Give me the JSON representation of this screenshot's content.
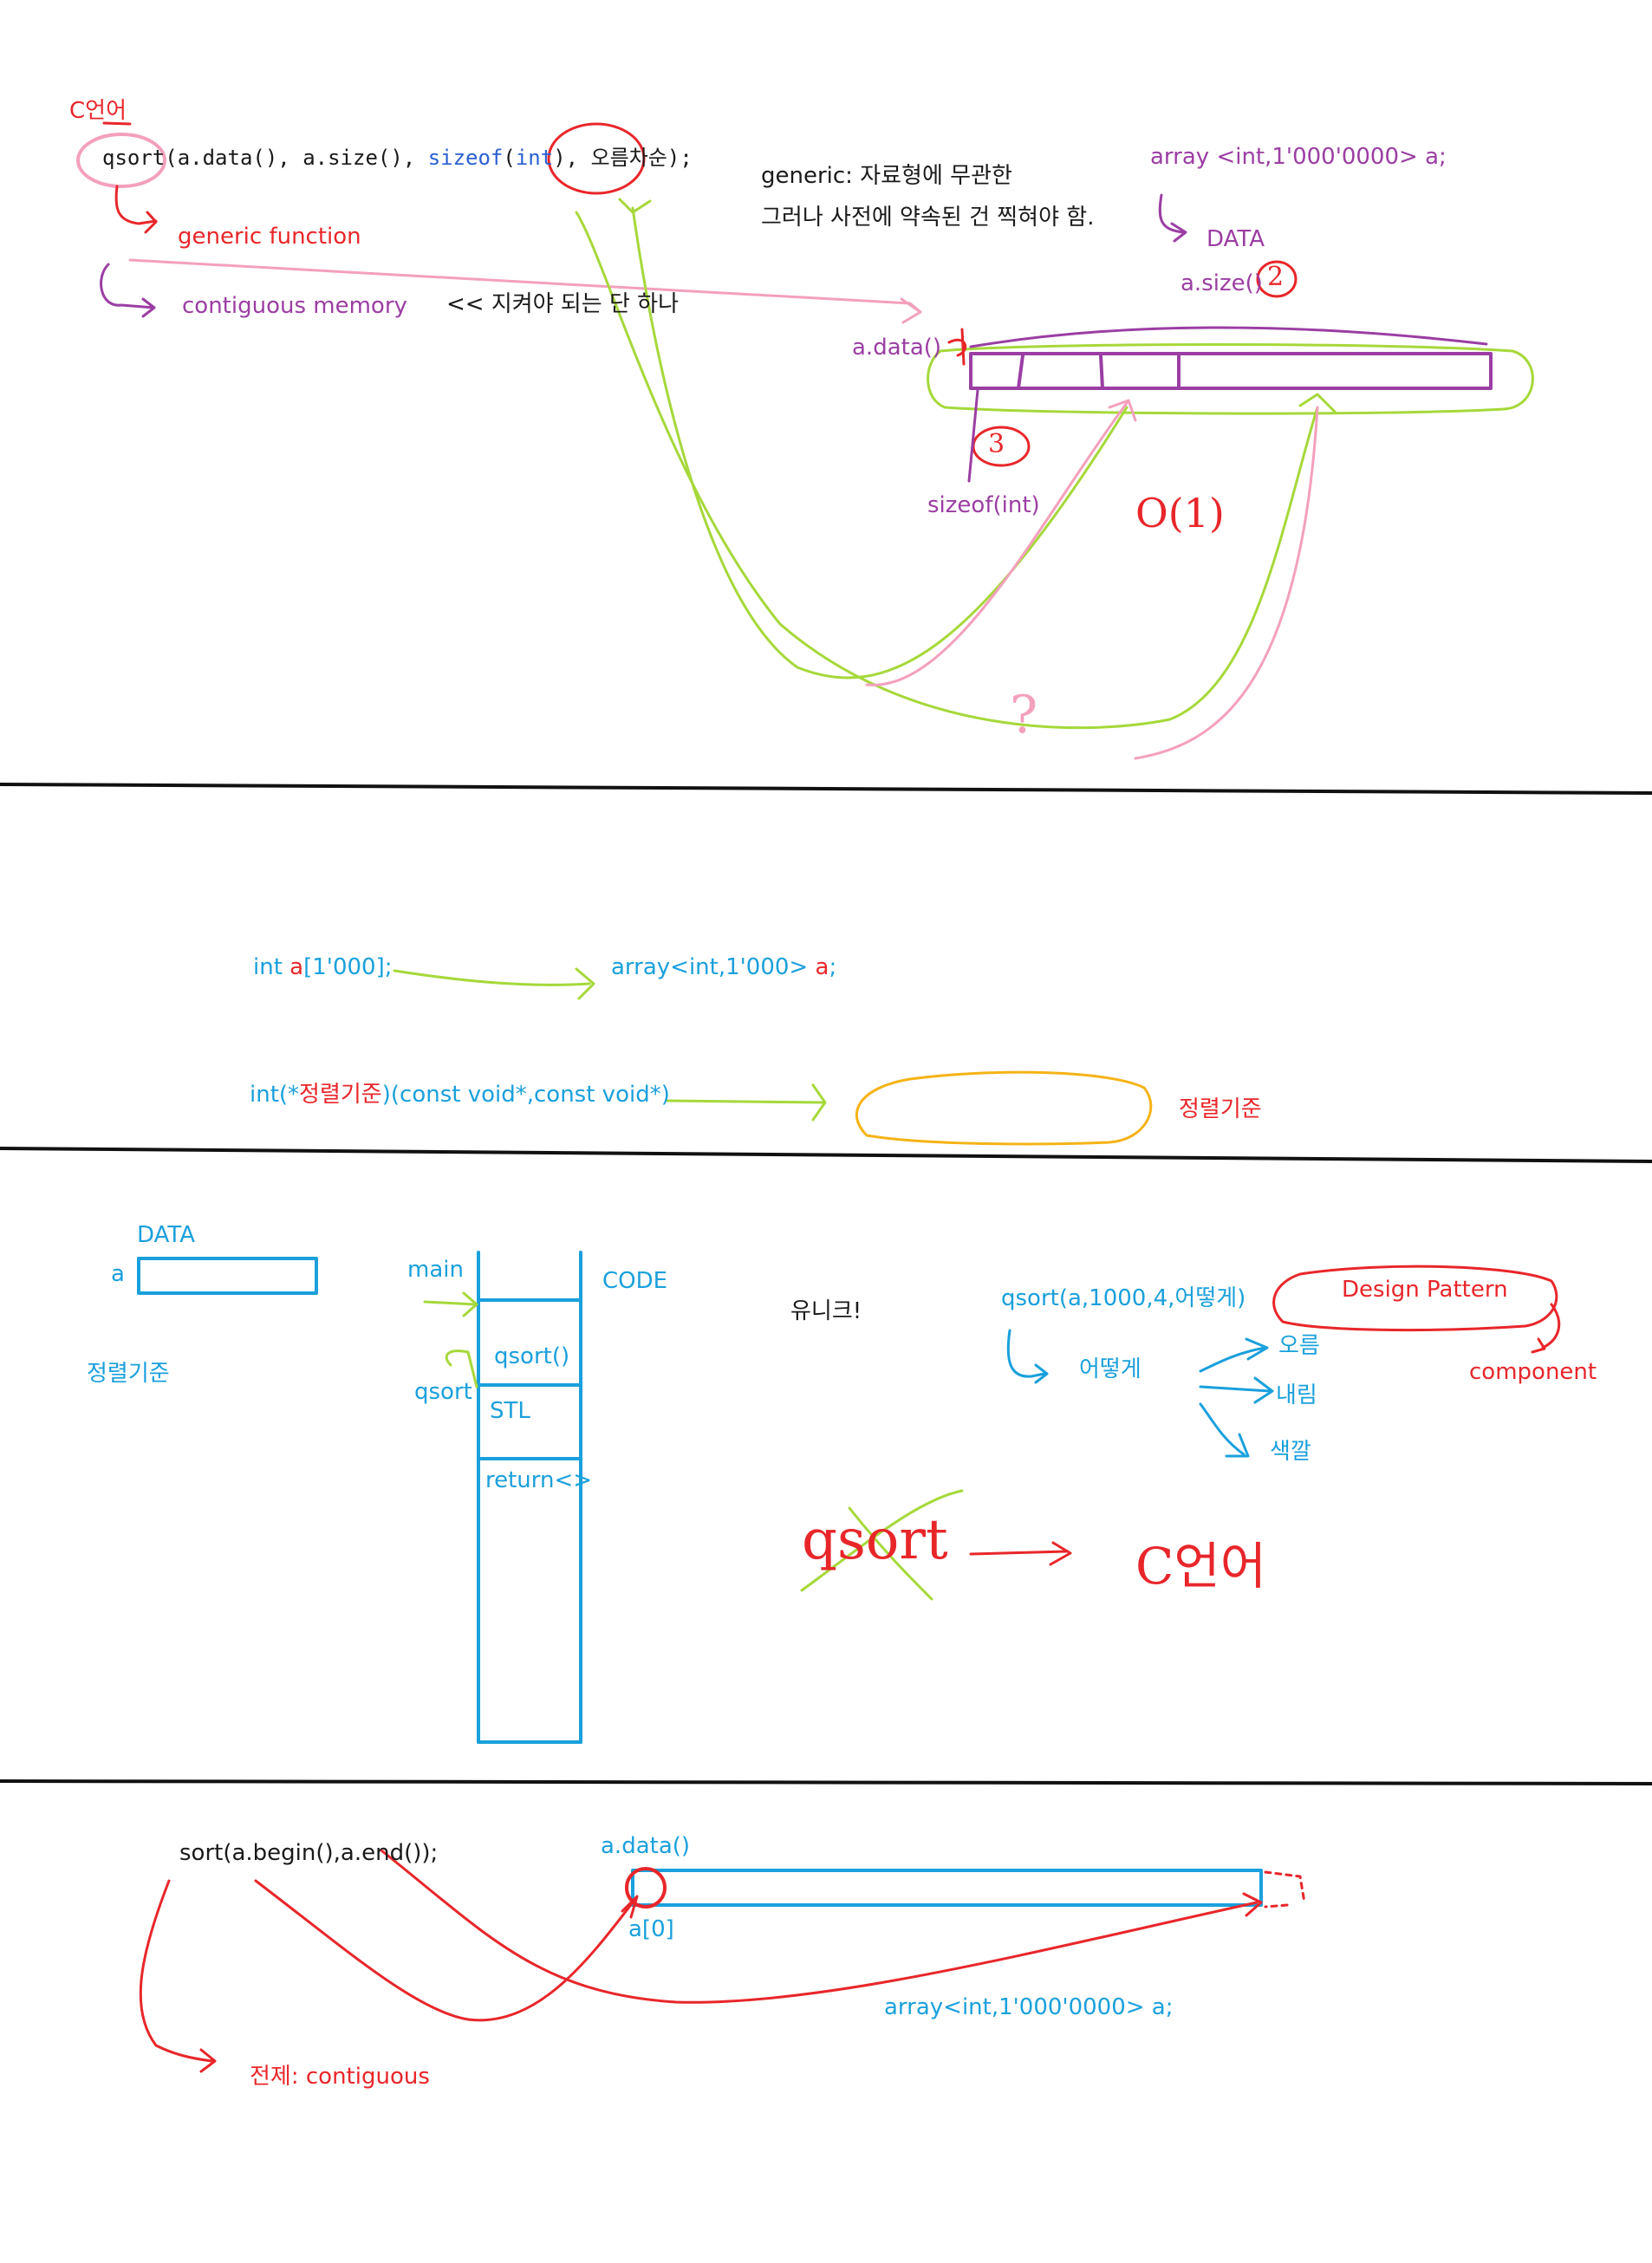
{
  "section1": {
    "c_lang_label": "C언어",
    "code": {
      "fn": "qsort(",
      "args": "a.data(), a.size(), ",
      "sizeof_kw": "sizeof",
      "open": "(",
      "int_kw": "int",
      "close": "), ",
      "order": "오름차순",
      "end": ");"
    },
    "generic_function": "generic function",
    "contiguous_memory": "contiguous memory",
    "must_keep": "<< 지켜야 되는 단 하나",
    "generic_def": "generic: 자료형에 무관한",
    "but_note": "그러나 사전에 약속된 건 찍혀야 함.",
    "array_decl": "array <int,1'000'0000> a;",
    "data_label": "DATA",
    "a_size": "a.size()",
    "mark_2": "2",
    "a_data": "a.data()",
    "mark_3": "3",
    "sizeof_int": "sizeof(int)",
    "o1": "O(1)",
    "question": "?"
  },
  "section2": {
    "int_array": {
      "prefix": "int ",
      "name": "a",
      "suffix": "[1'000];"
    },
    "std_array": {
      "prefix": "array<int,1'000> ",
      "name": "a",
      "suffix": ";"
    },
    "fnptr": {
      "prefix": "int(*",
      "name": "정렬기준",
      "suffix": ")(const void*,const void*)"
    },
    "sort_criterion": "정렬기준"
  },
  "section3": {
    "data_label": "DATA",
    "a_label": "a",
    "sort_criterion": "정렬기준",
    "main_label": "main",
    "code_label": "CODE",
    "qsort_call": "qsort()",
    "qsort_side": "qsort",
    "stl_label": "STL",
    "return_label": "return<>",
    "unique": "유니크!",
    "qsort_args": "qsort(a,1000,4,어떻게)",
    "design_pattern": "Design Pattern",
    "component": "component",
    "how": "어떻게",
    "asc": "오름",
    "desc": "내림",
    "color": "색깔",
    "qsort_hand": "qsort",
    "c_lang_hand": "C언어"
  },
  "section4": {
    "sort_call": "sort(a.begin(),a.end());",
    "a_data": "a.data()",
    "a0": "a[0]",
    "array_decl": "array<int,1'000'0000> a;",
    "premise": "전제: contiguous"
  }
}
